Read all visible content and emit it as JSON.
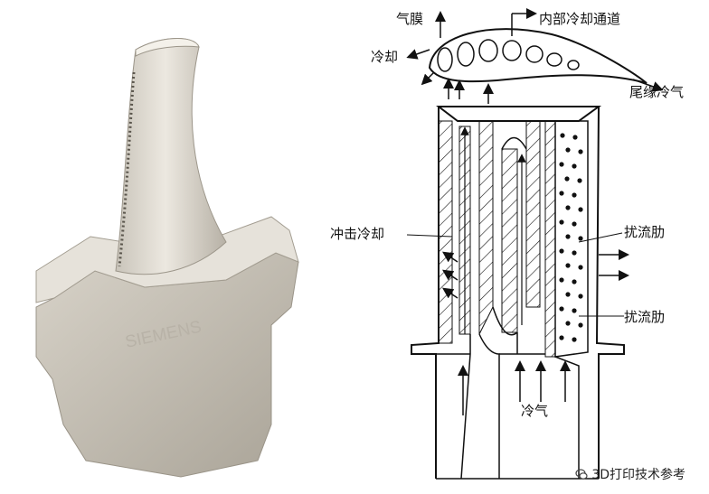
{
  "photo": {
    "brand_text": "SIEMENS"
  },
  "labels": {
    "film_cooling_top": "气膜",
    "internal_channel": "内部冷却通道",
    "cooling_left": "冷却",
    "trailing_edge_cooling": "尾缘冷气",
    "impingement_cooling": "冲击冷却",
    "turbulator_1": "扰流肋",
    "turbulator_2": "扰流肋",
    "cool_air": "冷气"
  },
  "watermark": {
    "text": "3D打印技术参考",
    "icon": "wechat-icon"
  }
}
